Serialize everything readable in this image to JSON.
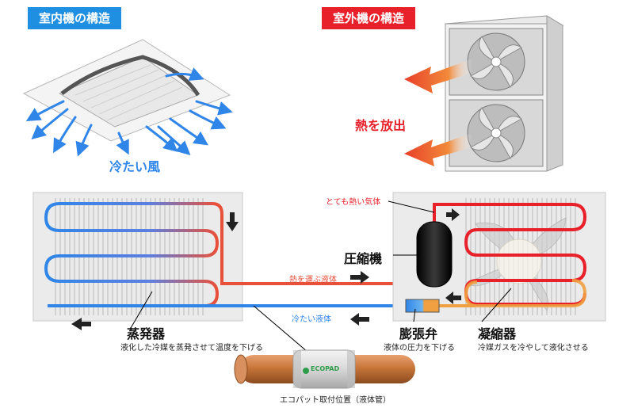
{
  "headers": {
    "indoor": "室内機の構造",
    "outdoor": "室外機の構造"
  },
  "indoor_unit": {
    "airflow_label": "冷たい風"
  },
  "outdoor_unit": {
    "heat_label": "熱を放出"
  },
  "labels": {
    "hot_gas": "とても熱い気体",
    "hot_liquid": "熱を運ぶ液体",
    "cold_liquid": "冷たい液体",
    "compressor": "圧縮機",
    "evaporator": "蒸発器",
    "evaporator_desc": "液化した冷媒を蒸発させて温度を下げる",
    "expansion_valve": "膨張弁",
    "expansion_valve_desc": "液体の圧力を下げる",
    "condenser": "凝縮器",
    "condenser_desc": "冷媒ガスを冷やして液化させる",
    "ecopad_logo": "ECOPAD",
    "ecopad_position": "エコパット取付位置（液体管）"
  },
  "colors": {
    "indoor_tag": "#1e8fe1",
    "outdoor_tag": "#e8202a",
    "cold_pipe": "#2f86e8",
    "hot_pipe": "#e8503a",
    "gas_pipe": "#e8202a",
    "warm_pipe": "#f0a040",
    "compressor": "#1c1c1c",
    "copper": "#c8763a"
  }
}
